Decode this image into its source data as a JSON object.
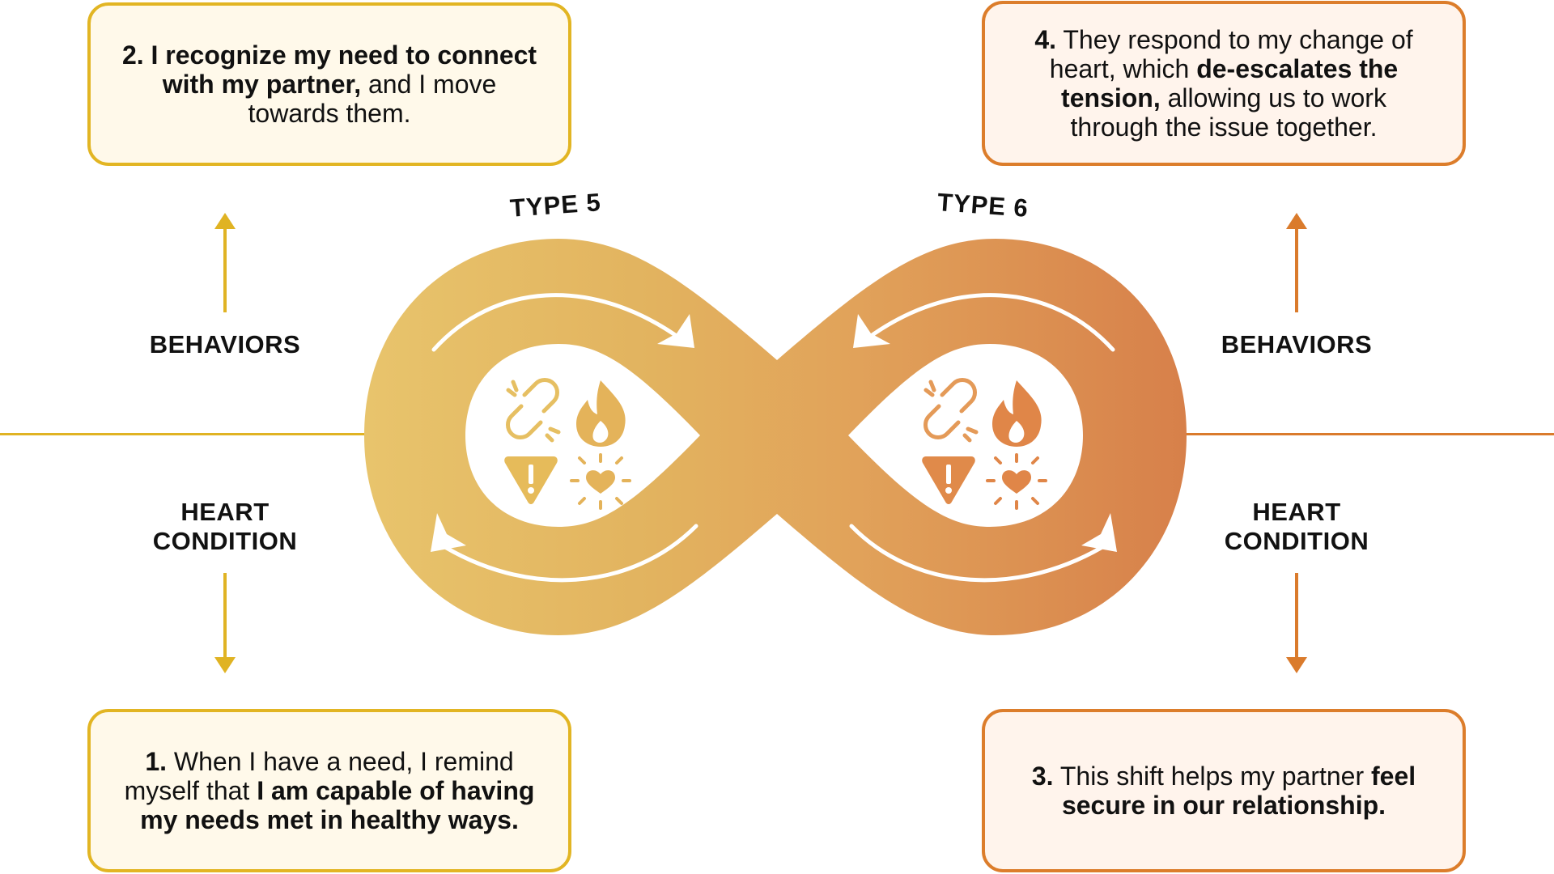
{
  "colors": {
    "gold": "#e2b523",
    "orange": "#dc7d2b",
    "gold_fill": "#fff9ea",
    "orange_fill": "#fff4ec"
  },
  "cards": {
    "card1": {
      "num": "1.",
      "t1": " When I have a need, I remind myself that ",
      "b1": "I am capable of having my needs met in healthy ways."
    },
    "card2": {
      "b1": "2. I recognize my need to connect with my partner,",
      "t1": " and I move towards them."
    },
    "card3": {
      "num": "3.",
      "t1": " This shift helps my partner ",
      "b1": "feel secure in our relationship."
    },
    "card4": {
      "num": "4.",
      "t1": " They respond to my change of heart, which ",
      "b1": "de-escalates the tension,",
      "t2": " allowing us to work through the issue together."
    }
  },
  "labels": {
    "behaviors": "BEHAVIORS",
    "heart": "HEART",
    "condition": "CONDITION",
    "type5": "TYPE 5",
    "type6": "TYPE 6"
  },
  "icons": [
    "broken-link-icon",
    "flame-icon",
    "warning-icon",
    "heart-burst-icon"
  ]
}
